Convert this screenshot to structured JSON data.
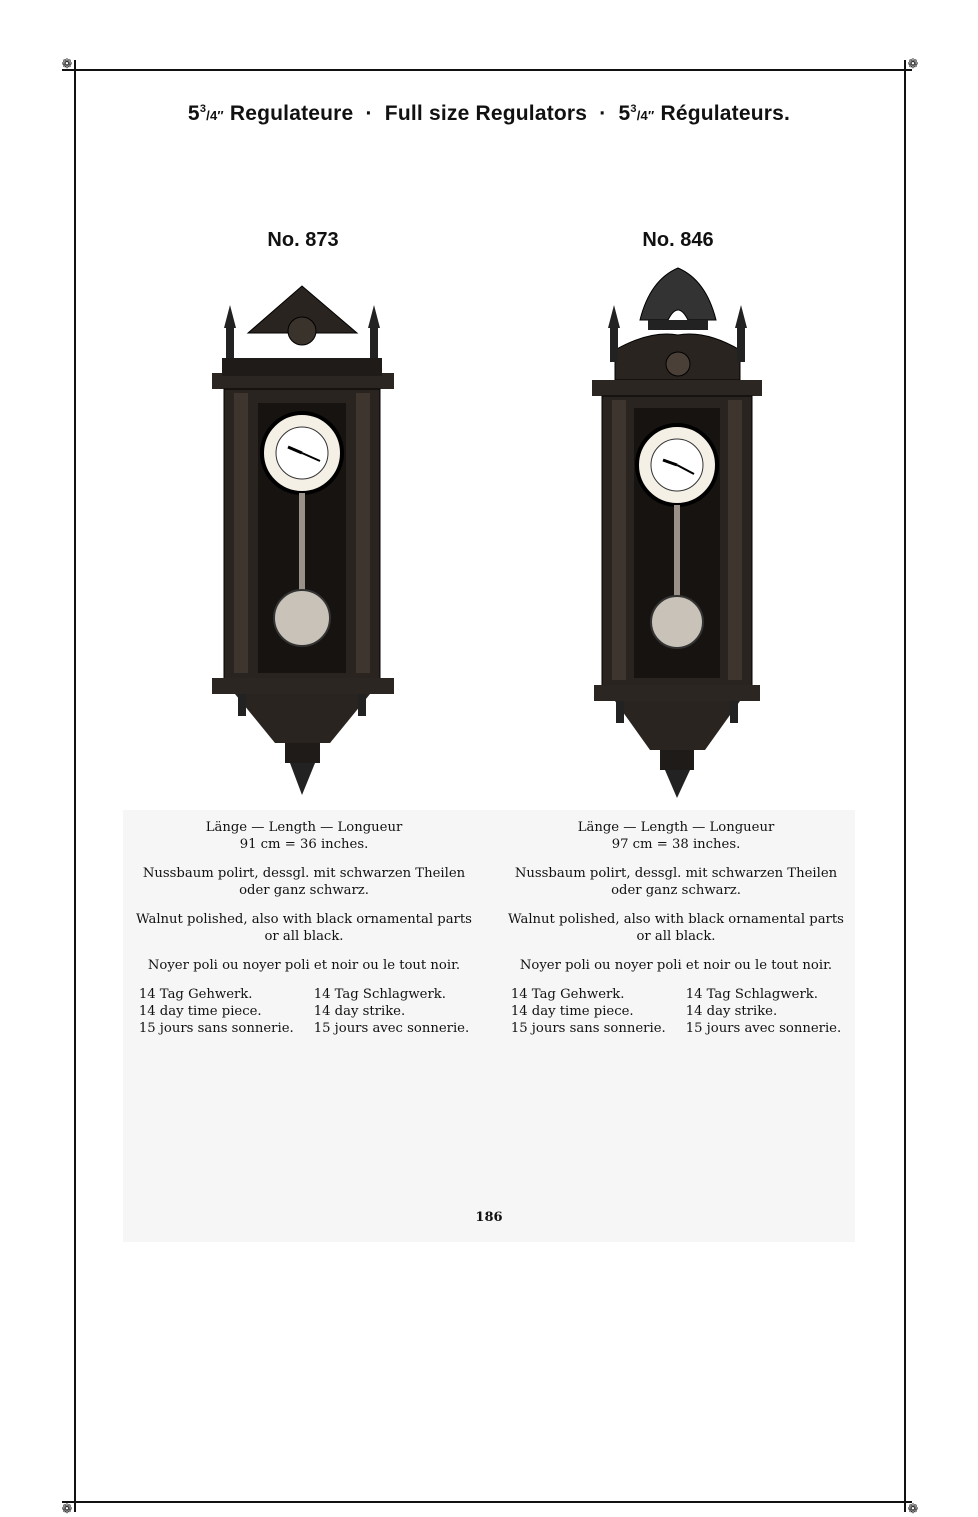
{
  "header": {
    "title_left_num": "5",
    "title_left_sup": "3",
    "title_left_frac": "/4″",
    "title_left_word": "Regulateure",
    "title_mid": "Full size Regulators",
    "title_right_num": "5",
    "title_right_sup": "3",
    "title_right_frac": "/4″",
    "title_right_word": "Régulateurs.",
    "separator": "·"
  },
  "items": [
    {
      "model": "No. 873",
      "length_label": "Länge — Length — Longueur",
      "length_value": "91 cm = 36 inches.",
      "german": [
        "Nussbaum polirt, dessgl. mit schwarzen Theilen",
        "oder ganz schwarz."
      ],
      "english": [
        "Walnut polished, also with black ornamental parts",
        "or all black."
      ],
      "french": "Noyer poli ou noyer poli et noir ou le tout noir.",
      "spec_left": [
        "14 Tag Gehwerk.",
        "14 day time piece.",
        "15 jours sans sonnerie."
      ],
      "spec_right": [
        "14 Tag Schlagwerk.",
        "14 day strike.",
        "15 jours avec sonnerie."
      ]
    },
    {
      "model": "No. 846",
      "length_label": "Länge — Length — Longueur",
      "length_value": "97 cm = 38 inches.",
      "german": [
        "Nussbaum polirt, dessgl. mit schwarzen Theilen",
        "oder ganz schwarz."
      ],
      "english": [
        "Walnut polished, also with black ornamental parts",
        "or all black."
      ],
      "french": "Noyer poli ou noyer poli et noir ou le tout noir.",
      "spec_left": [
        "14 Tag Gehwerk.",
        "14 day time piece.",
        "15 jours sans sonnerie."
      ],
      "spec_right": [
        "14 Tag Schlagwerk.",
        "14 day strike.",
        "15 jours avec sonnerie."
      ]
    }
  ],
  "footer": {
    "page_number": "186"
  }
}
